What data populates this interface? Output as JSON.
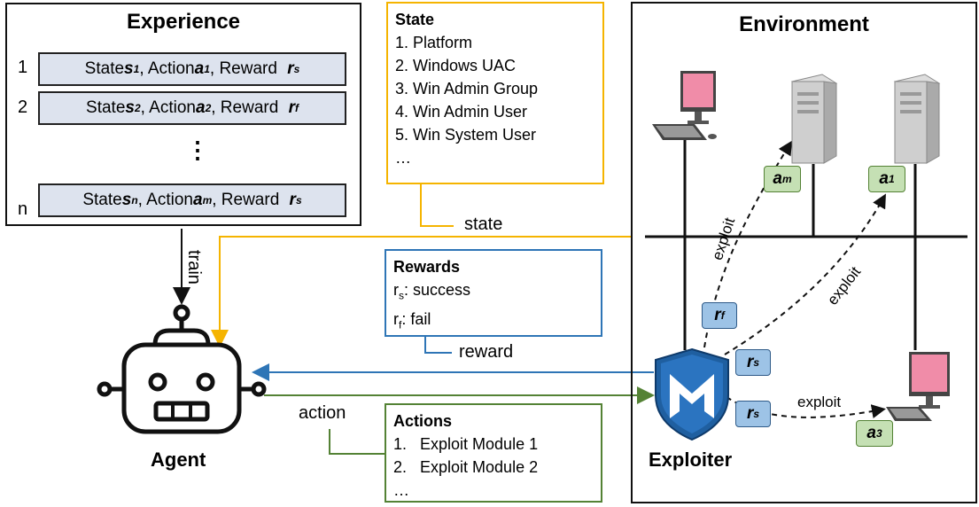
{
  "experience": {
    "title": "Experience",
    "rows": [
      {
        "num": "1",
        "state": "State ",
        "s_sym": "s",
        "s_sub": "1",
        "action": ", Action ",
        "a_sym": "a",
        "a_sub": "1",
        "reward": ", Reward ",
        "r_sym": "r",
        "r_sub": "s"
      },
      {
        "num": "2",
        "state": "State ",
        "s_sym": "s",
        "s_sub": "2",
        "action": ", Action ",
        "a_sym": "a",
        "a_sub": "2",
        "reward": ", Reward ",
        "r_sym": "r",
        "r_sub": "f"
      },
      {
        "num": "n",
        "state": "State ",
        "s_sym": "s",
        "s_sub": "n",
        "action": ", Action ",
        "a_sym": "a",
        "a_sub": "m",
        "reward": ", Reward ",
        "r_sym": "r",
        "r_sub": "s"
      }
    ],
    "ellipsis": "⋮"
  },
  "state_box": {
    "header": "State",
    "items": [
      "1. Platform",
      "2. Windows UAC",
      "3. Win Admin Group",
      "4. Win Admin User",
      "5. Win System User",
      "…"
    ]
  },
  "rewards_box": {
    "header": "Rewards",
    "items": [
      {
        "sym": "r",
        "sub": "s",
        "text": ": success"
      },
      {
        "sym": "r",
        "sub": "f",
        "text": ": fail"
      }
    ]
  },
  "actions_box": {
    "header": "Actions",
    "items": [
      "1.   Exploit Module 1",
      "2.   Exploit Module 2",
      "…"
    ]
  },
  "labels": {
    "state": "state",
    "reward": "reward",
    "action": "action",
    "train": "train",
    "agent": "Agent",
    "exploiter": "Exploiter",
    "exploit": "exploit"
  },
  "environment": {
    "title": "Environment"
  },
  "tags": {
    "am": {
      "sym": "a",
      "sub": "m"
    },
    "a1": {
      "sym": "a",
      "sub": "1"
    },
    "a3": {
      "sym": "a",
      "sub": "3"
    },
    "rf": {
      "sym": "r",
      "sub": "f"
    },
    "rs": {
      "sym": "r",
      "sub": "s"
    }
  },
  "colors": {
    "state_line": "#f5b400",
    "reward_line": "#2e75b6",
    "action_line": "#548235",
    "row_fill": "#dde3ee",
    "screen_pink": "#f08ca8",
    "shield_blue": "#1f5fa0"
  },
  "icons": {
    "agent": "robot-icon",
    "exploiter": "metasploit-shield-icon",
    "workstation": "desktop-computer-icon",
    "server": "server-tower-icon"
  }
}
